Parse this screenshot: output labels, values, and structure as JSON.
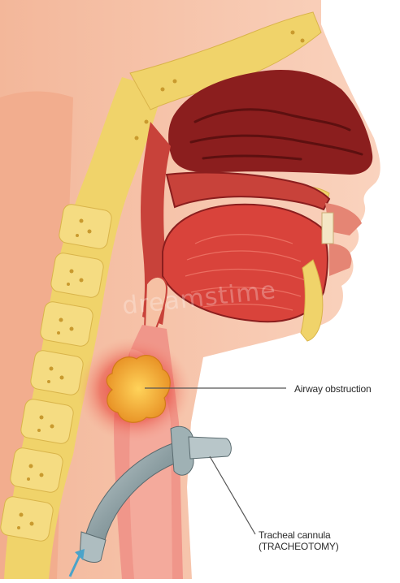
{
  "diagram": {
    "labels": {
      "airway_obstruction": "Airway obstruction",
      "tracheal_cannula_line1": "Tracheal cannula",
      "tracheal_cannula_line2": "(TRACHEOTOMY)"
    },
    "watermark": "dreamstime",
    "colors": {
      "skin": "#f6c1a4",
      "skin_light": "#fbd7c2",
      "bone": "#f0d36a",
      "bone_dot": "#c99a2e",
      "cavity_dark": "#8b1e1e",
      "tissue": "#c8423a",
      "tongue": "#d9433b",
      "obstruction": "#f0a52a",
      "cannula": "#8fa2a6",
      "arrow": "#4aa3c9"
    }
  }
}
